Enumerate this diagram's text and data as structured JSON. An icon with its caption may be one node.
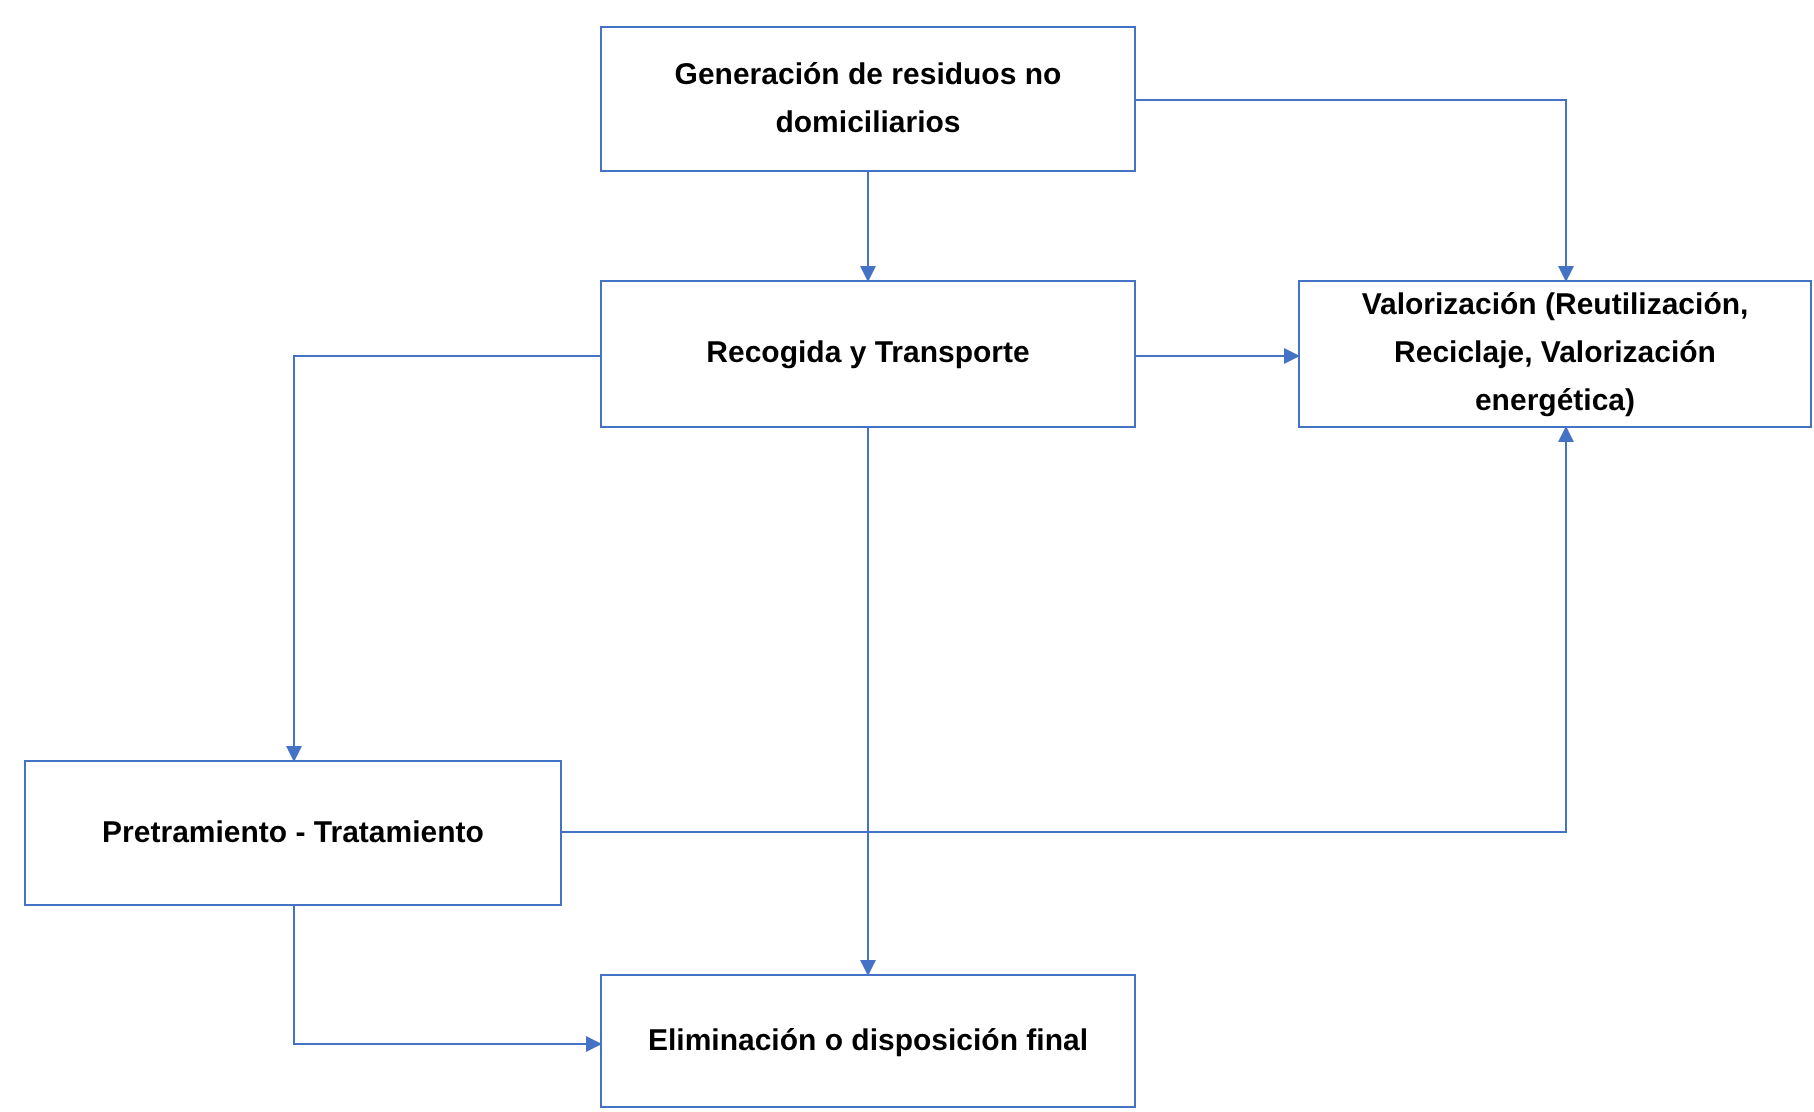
{
  "diagram": {
    "nodes": [
      {
        "text": [
          "Generación de residuos no domiciliarios"
        ]
      },
      {
        "text": [
          "Recogida y Transporte"
        ]
      },
      {
        "text": [
          "Valorización (Reutilización, Reciclaje, Valorización energética)"
        ]
      },
      {
        "text": [
          "Pretramiento - Tratamiento"
        ]
      },
      {
        "text": [
          "Eliminación o disposición final"
        ]
      }
    ],
    "edges": [
      {
        "from": 0,
        "to": 1,
        "arrow": "to"
      },
      {
        "from": 0,
        "to": 2,
        "arrow": "to"
      },
      {
        "from": 1,
        "to": 2,
        "arrow": "to"
      },
      {
        "from": 1,
        "to": 3,
        "arrow": "to"
      },
      {
        "from": 1,
        "to": 4,
        "arrow": "to"
      },
      {
        "from": 3,
        "to": 2,
        "arrow": "to"
      },
      {
        "from": 3,
        "to": 4,
        "arrow": "to"
      }
    ]
  }
}
